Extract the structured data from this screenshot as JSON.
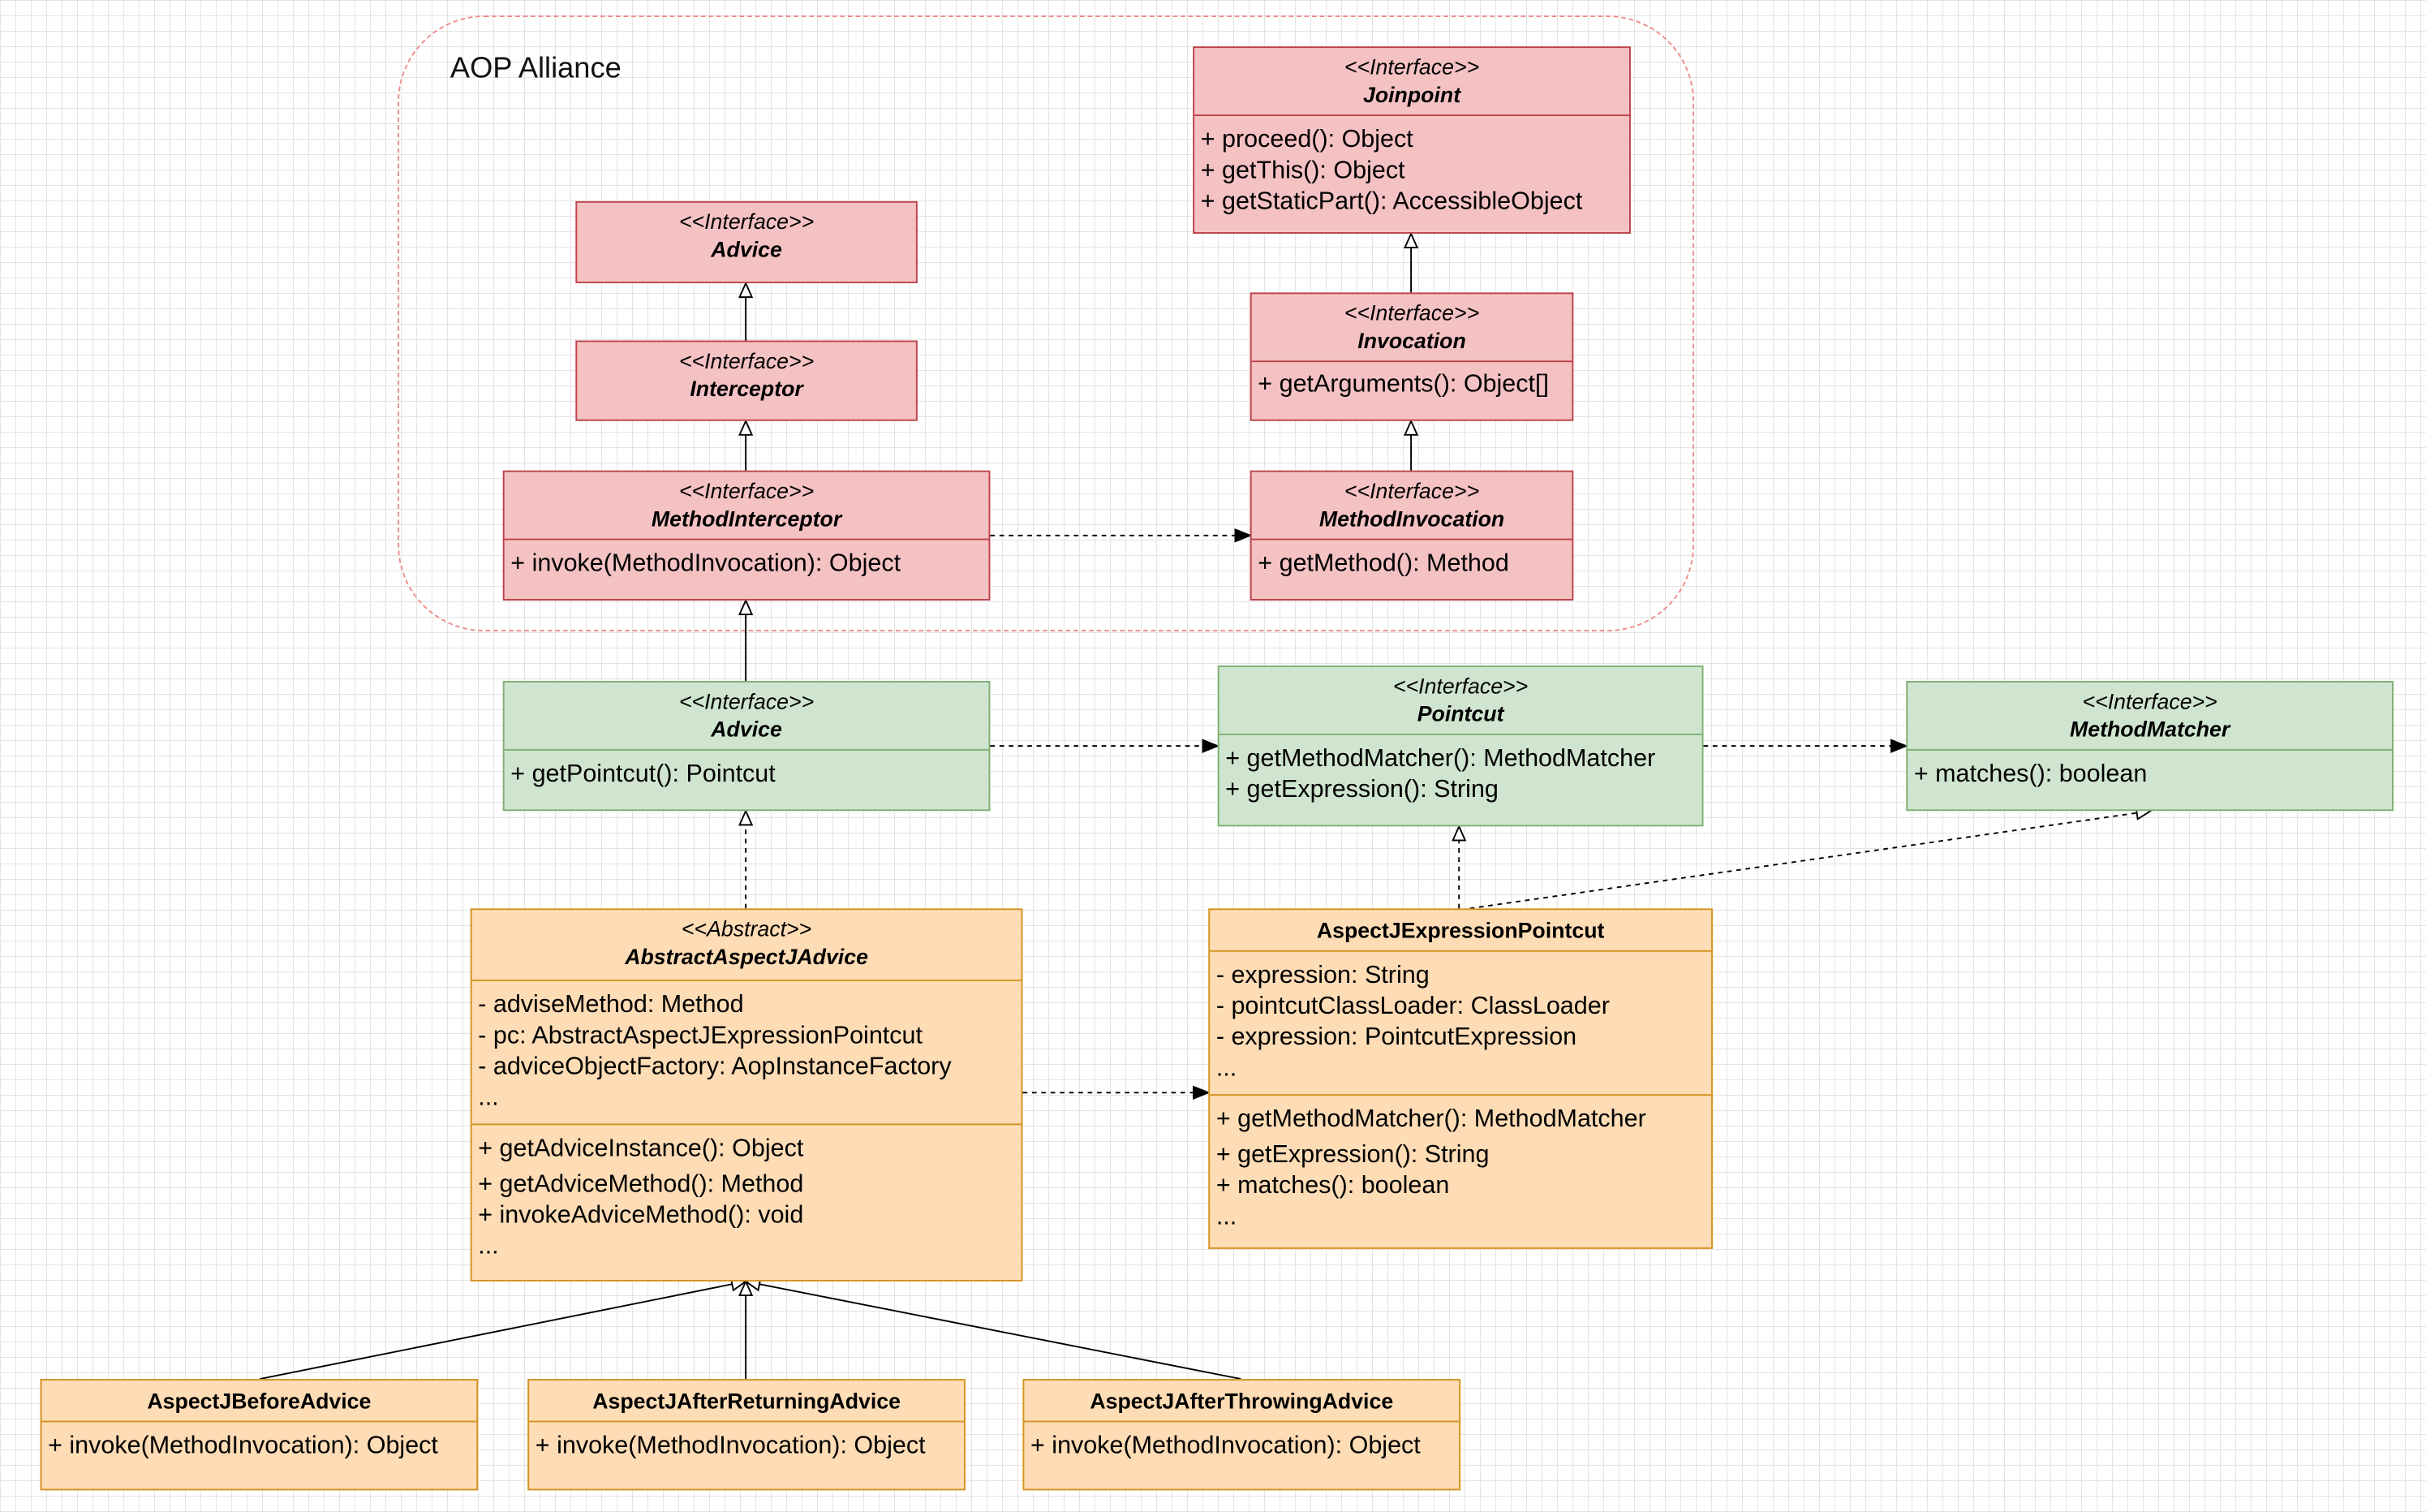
{
  "group": {
    "label": "AOP Alliance"
  },
  "classes": {
    "joinpoint": {
      "stereotype": "<<Interface>>",
      "name": "Joinpoint",
      "methods": [
        "+ proceed(): Object",
        "+ getThis(): Object",
        "+ getStaticPart(): AccessibleObject"
      ]
    },
    "advice_aop": {
      "stereotype": "<<Interface>>",
      "name": "Advice"
    },
    "interceptor": {
      "stereotype": "<<Interface>>",
      "name": "Interceptor"
    },
    "invocation": {
      "stereotype": "<<Interface>>",
      "name": "Invocation",
      "methods": [
        "+ getArguments(): Object[]"
      ]
    },
    "method_interceptor": {
      "stereotype": "<<Interface>>",
      "name": "MethodInterceptor",
      "methods": [
        "+ invoke(MethodInvocation): Object"
      ]
    },
    "method_invocation": {
      "stereotype": "<<Interface>>",
      "name": "MethodInvocation",
      "methods": [
        "+ getMethod(): Method"
      ]
    },
    "advice": {
      "stereotype": "<<Interface>>",
      "name": "Advice",
      "methods": [
        "+ getPointcut(): Pointcut"
      ]
    },
    "pointcut": {
      "stereotype": "<<Interface>>",
      "name": "Pointcut",
      "methods": [
        "+ getMethodMatcher(): MethodMatcher",
        "+ getExpression(): String"
      ]
    },
    "method_matcher": {
      "stereotype": "<<Interface>>",
      "name": "MethodMatcher",
      "methods": [
        "+ matches(): boolean"
      ]
    },
    "abstract_advice": {
      "stereotype": "<<Abstract>>",
      "name": "AbstractAspectJAdvice",
      "fields": [
        "- adviseMethod: Method",
        "- pc: AbstractAspectJExpressionPointcut",
        "- adviceObjectFactory: AopInstanceFactory",
        "..."
      ],
      "methods": [
        "+ getAdviceInstance(): Object",
        "+ getAdviceMethod(): Method",
        "+ invokeAdviceMethod(): void",
        "..."
      ]
    },
    "expression_pointcut": {
      "name": "AspectJExpressionPointcut",
      "fields": [
        "- expression: String",
        "- pointcutClassLoader: ClassLoader",
        "- expression: PointcutExpression",
        "..."
      ],
      "methods": [
        "+ getMethodMatcher(): MethodMatcher",
        "+ getExpression(): String",
        "+ matches(): boolean",
        "..."
      ]
    },
    "before_advice": {
      "name": "AspectJBeforeAdvice",
      "methods": [
        "+ invoke(MethodInvocation): Object"
      ]
    },
    "after_returning_advice": {
      "name": "AspectJAfterReturningAdvice",
      "methods": [
        "+ invoke(MethodInvocation): Object"
      ]
    },
    "after_throwing_advice": {
      "name": "AspectJAfterThrowingAdvice",
      "methods": [
        "+ invoke(MethodInvocation): Object"
      ]
    }
  },
  "relations": [
    {
      "from": "interceptor",
      "to": "advice_aop",
      "type": "generalization"
    },
    {
      "from": "method_interceptor",
      "to": "interceptor",
      "type": "generalization"
    },
    {
      "from": "invocation",
      "to": "joinpoint",
      "type": "generalization"
    },
    {
      "from": "method_invocation",
      "to": "invocation",
      "type": "generalization"
    },
    {
      "from": "method_interceptor",
      "to": "method_invocation",
      "type": "dependency"
    },
    {
      "from": "advice",
      "to": "method_interceptor",
      "type": "generalization"
    },
    {
      "from": "advice",
      "to": "pointcut",
      "type": "dependency"
    },
    {
      "from": "pointcut",
      "to": "method_matcher",
      "type": "dependency"
    },
    {
      "from": "abstract_advice",
      "to": "advice",
      "type": "realization"
    },
    {
      "from": "abstract_advice",
      "to": "expression_pointcut",
      "type": "dependency"
    },
    {
      "from": "expression_pointcut",
      "to": "pointcut",
      "type": "realization"
    },
    {
      "from": "expression_pointcut",
      "to": "method_matcher",
      "type": "realization"
    },
    {
      "from": "before_advice",
      "to": "abstract_advice",
      "type": "generalization"
    },
    {
      "from": "after_returning_advice",
      "to": "abstract_advice",
      "type": "generalization"
    },
    {
      "from": "after_throwing_advice",
      "to": "abstract_advice",
      "type": "generalization"
    }
  ],
  "colors": {
    "aop_fill": "#f5c2c4",
    "aop_stroke": "#bd4349",
    "spring_fill": "#d0e5cf",
    "spring_stroke": "#7eaf74",
    "aspectj_fill": "#fedcb5",
    "aspectj_stroke": "#d49320",
    "group_border": "#f08a8a"
  }
}
